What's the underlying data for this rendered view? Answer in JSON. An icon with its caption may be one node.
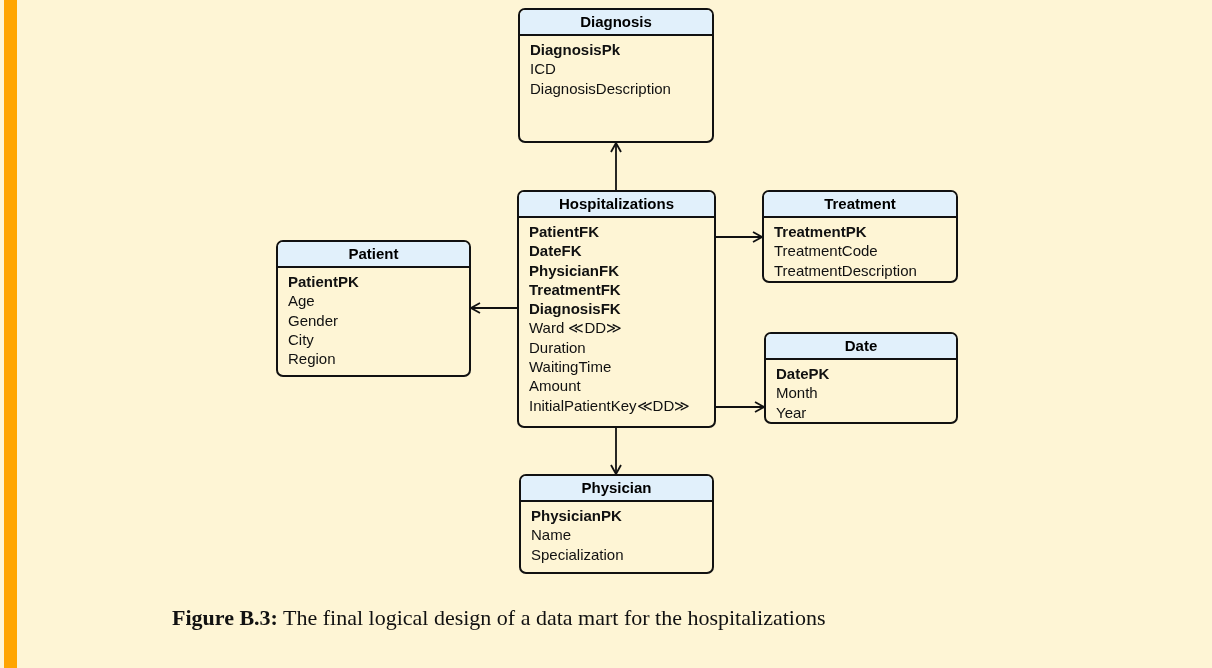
{
  "diagram": {
    "caption": "**Figure B.3:** The final logical design of a data mart for the hospitalizations",
    "nodes": [
      {
        "text": [
          "Diagnosis",
          "**DiagnosisPk**",
          "ICD",
          "DiagnosisDescription"
        ]
      },
      {
        "text": [
          "Hospitalizations",
          "**PatientFK**",
          "**DateFK**",
          "**PhysicianFK**",
          "**TreatmentFK**",
          "**DiagnosisFK**",
          "Ward ≪DD≫",
          "Duration",
          "WaitingTime",
          "Amount",
          "InitialPatientKey≪DD≫"
        ]
      },
      {
        "text": [
          "Treatment",
          "**TreatmentPK**",
          "TreatmentCode",
          "TreatmentDescription"
        ]
      },
      {
        "text": [
          "Patient",
          "**PatientPK**",
          "Age",
          "Gender",
          "City",
          "Region"
        ]
      },
      {
        "text": [
          "Date",
          "**DatePK**",
          "Month",
          "Year"
        ]
      },
      {
        "text": [
          "Physician",
          "**PhysicianPK**",
          "Name",
          "Specialization"
        ]
      }
    ],
    "edges": [
      {
        "from": 1,
        "to": 0,
        "arrow": "to"
      },
      {
        "from": 1,
        "to": 2,
        "arrow": "to"
      },
      {
        "from": 1,
        "to": 3,
        "arrow": "to"
      },
      {
        "from": 1,
        "to": 4,
        "arrow": "to"
      },
      {
        "from": 1,
        "to": 5,
        "arrow": "to"
      }
    ]
  }
}
